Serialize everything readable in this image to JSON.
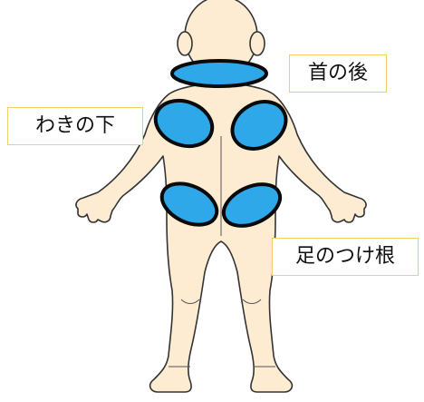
{
  "labels": {
    "neck": "首の後",
    "armpit": "わきの下",
    "groin": "足のつけ根"
  },
  "colors": {
    "skin": "#fdecd2",
    "outline": "#333333",
    "marker_fill": "#2fa8ea",
    "marker_stroke": "#0a0a0a",
    "label_border": "#f2cf6a"
  },
  "icons": {
    "figure": "human-body-front-icon"
  }
}
